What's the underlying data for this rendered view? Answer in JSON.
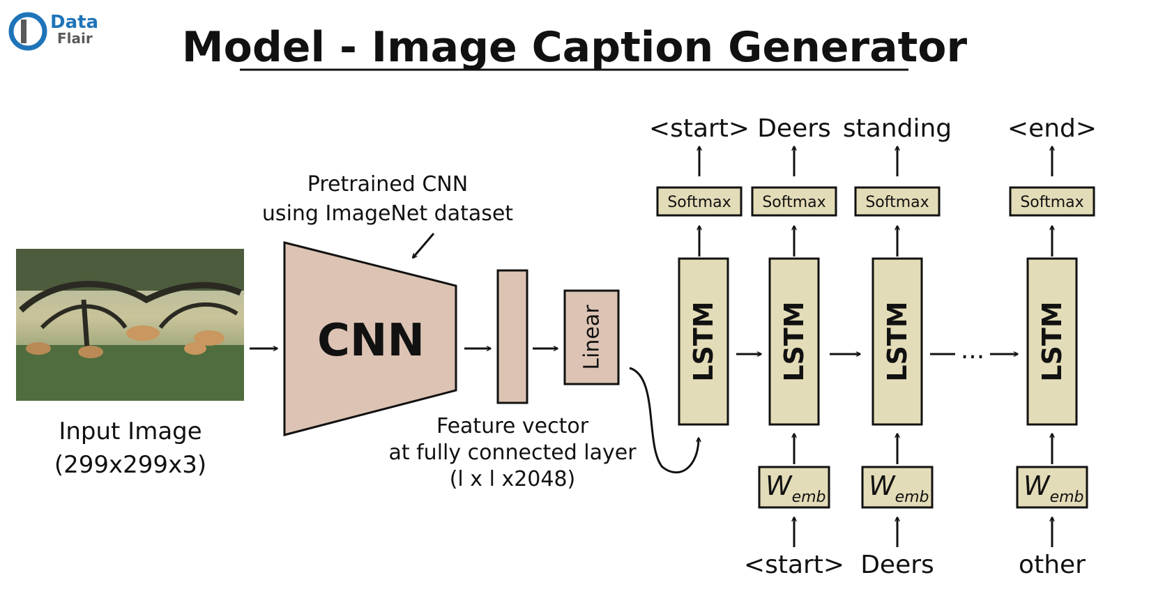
{
  "title": "Model - Image Caption Generator",
  "logo": {
    "line1": "Data",
    "line2": "Flair",
    "color": "#1f74b8"
  },
  "input_image": {
    "label": "Input Image",
    "size": "(299x299x3)"
  },
  "cnn": {
    "label": "CNN",
    "note_line1": "Pretrained CNN",
    "note_line2": "using ImageNet dataset",
    "fill": "#dcc3b3"
  },
  "feature_vector": {
    "line1": "Feature vector",
    "line2": "at fully connected layer",
    "line3": "(l x l x2048)"
  },
  "linear": {
    "label": "Linear"
  },
  "lstm": {
    "label": "LSTM",
    "fill": "#e3dcb8"
  },
  "softmax": {
    "label": "Softmax",
    "fill": "#e3dcb8"
  },
  "wemb": {
    "main": "W",
    "sub": "emb"
  },
  "ellipsis": "...",
  "outputs": [
    "<start>",
    "Deers",
    "standing",
    "<end>"
  ],
  "inputs": [
    "<start>",
    "Deers",
    "other"
  ]
}
